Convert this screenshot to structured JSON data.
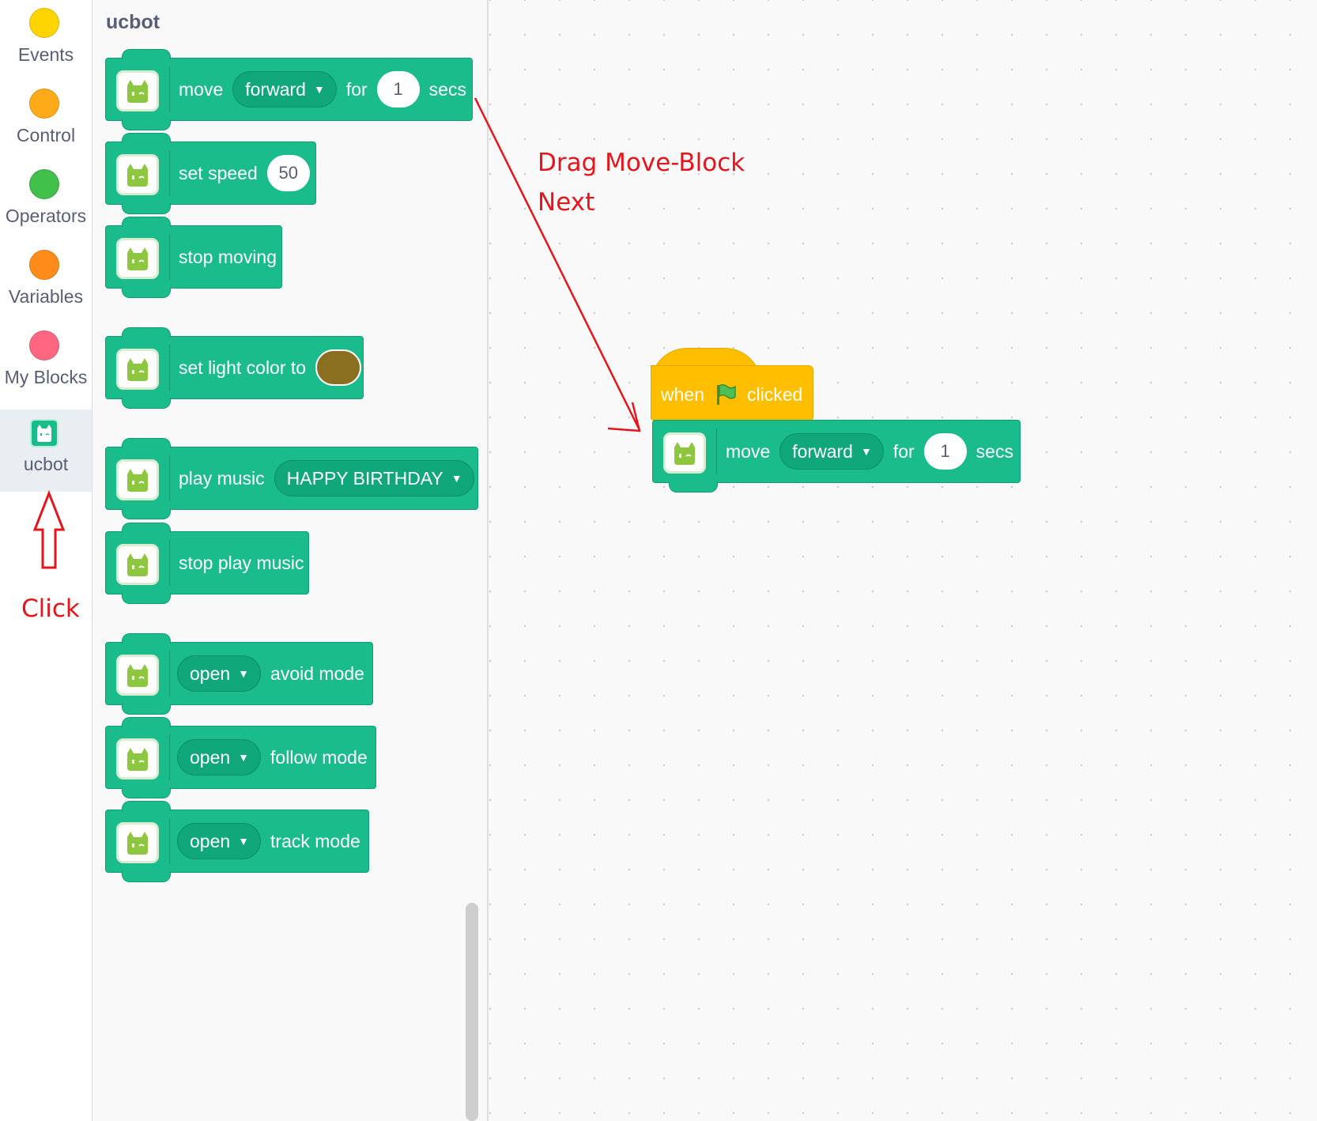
{
  "categories": [
    {
      "label": "Events",
      "color": "#ffd500"
    },
    {
      "label": "Control",
      "color": "#ffab19"
    },
    {
      "label": "Operators",
      "color": "#40bf4a"
    },
    {
      "label": "Variables",
      "color": "#ff8c1a"
    },
    {
      "label": "My Blocks",
      "color": "#ff6680"
    },
    {
      "label": "ucbot",
      "icon": "ucbot-robot-icon",
      "selected": true
    }
  ],
  "flyout": {
    "title": "ucbot",
    "blocks": {
      "move": {
        "label": "move",
        "direction": "forward",
        "for": "for",
        "duration": "1",
        "unit": "secs"
      },
      "set_speed": {
        "label": "set speed",
        "value": "50"
      },
      "stop_moving": {
        "label": "stop moving"
      },
      "set_light": {
        "label": "set light color to",
        "color": "#8b6f20"
      },
      "play_music": {
        "label": "play music",
        "song": "HAPPY BIRTHDAY"
      },
      "stop_music": {
        "label": "stop play music"
      },
      "avoid_mode": {
        "state": "open",
        "label": "avoid mode"
      },
      "follow_mode": {
        "state": "open",
        "label": "follow mode"
      },
      "track_mode": {
        "state": "open",
        "label": "track mode"
      }
    }
  },
  "workspace": {
    "hat": {
      "when": "when",
      "clicked": "clicked",
      "icon": "green-flag-icon"
    },
    "move": {
      "label": "move",
      "direction": "forward",
      "for": "for",
      "duration": "1",
      "unit": "secs"
    }
  },
  "annotations": {
    "drag_line1": "Drag Move-Block",
    "drag_line2": "Next",
    "click": "Click"
  },
  "colors": {
    "block": "#1abc8c",
    "hat": "#ffbf00",
    "annotation": "#e8141b"
  }
}
